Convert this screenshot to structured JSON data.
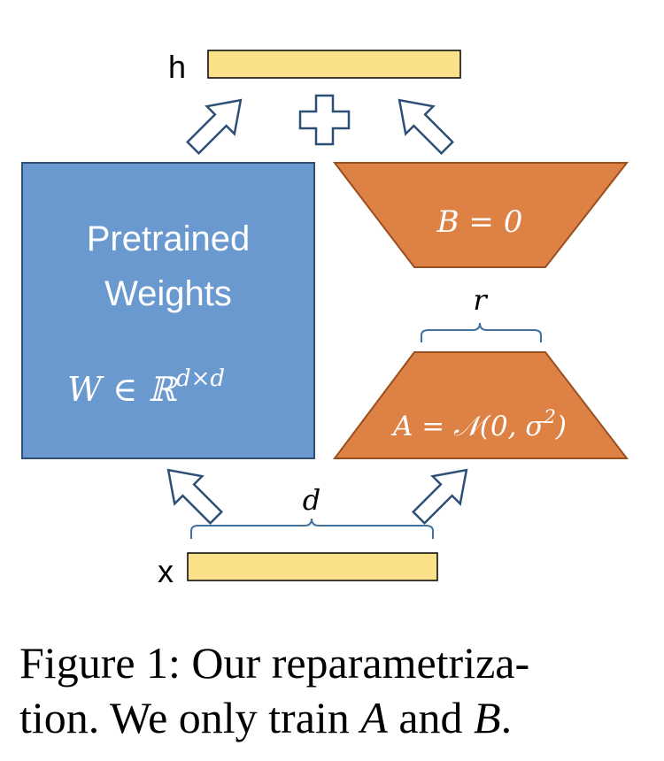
{
  "diagram": {
    "output_label": "h",
    "input_label": "x",
    "pretrained": {
      "title_line1": "Pretrained",
      "title_line2": "Weights",
      "formula_base": "W ∈ ℝ",
      "formula_sup": "d×d"
    },
    "b_matrix_label": "B = 0",
    "a_matrix_label_base": "A = 𝒩(0, σ",
    "a_matrix_label_sup": "2",
    "a_matrix_label_end": ")",
    "rank_label": "r",
    "dim_label": "d",
    "plus_icon": "plus-icon",
    "colors": {
      "pretrained_fill": "#6a99d0",
      "pretrained_stroke": "#2f4f75",
      "lora_fill": "#dd8145",
      "lora_stroke": "#9a4f1e",
      "vector_fill": "#fbe08a",
      "brace_stroke": "#41719c"
    }
  },
  "caption": {
    "line1": "Figure 1: Our reparametriza-",
    "line2_pre": "tion. We only train ",
    "line2_a": "A",
    "line2_mid": " and ",
    "line2_b": "B",
    "line2_end": "."
  }
}
